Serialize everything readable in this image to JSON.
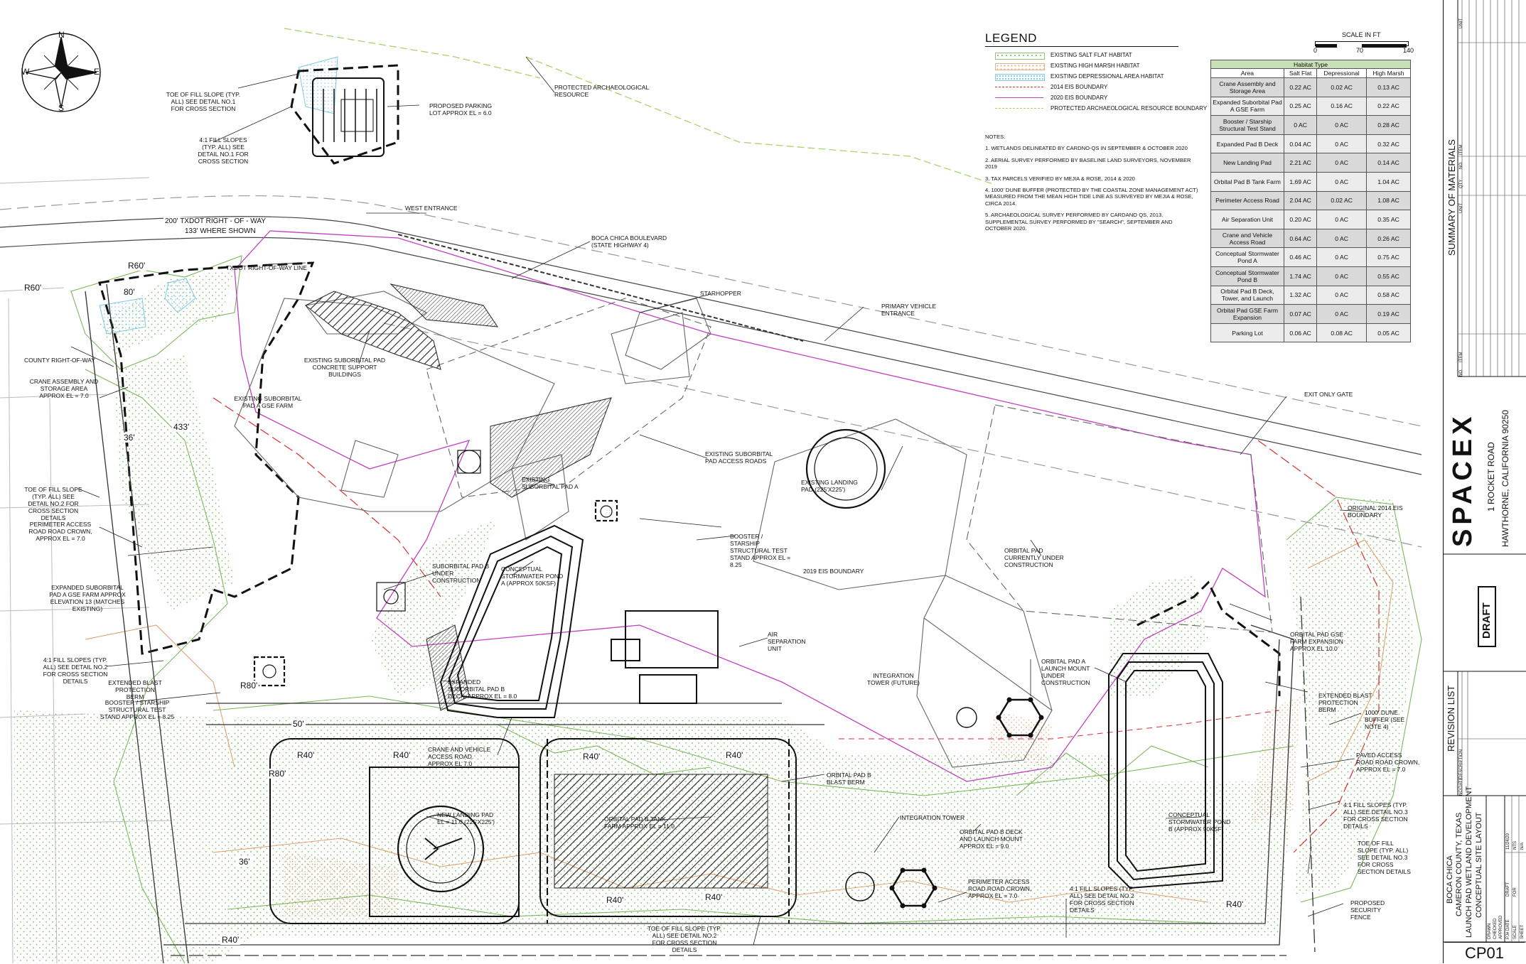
{
  "compass": {
    "n": "N",
    "s": "S",
    "e": "E",
    "w": "W"
  },
  "legend": {
    "title": "LEGEND",
    "items": [
      {
        "label": "EXISTING SALT FLAT HABITAT",
        "swatch": "salt-flat",
        "color": "#8fc47a"
      },
      {
        "label": "EXISTING HIGH MARSH HABITAT",
        "swatch": "high-marsh",
        "color": "#e0b488"
      },
      {
        "label": "EXISTING DEPRESSIONAL AREA HABITAT",
        "swatch": "depressional",
        "color": "#7fc8e8"
      },
      {
        "label": "2014 EIS BOUNDARY",
        "swatch": "line",
        "color": "#d93030"
      },
      {
        "label": "2020 EIS BOUNDARY",
        "swatch": "line",
        "color": "#c23fc2"
      },
      {
        "label": "PROTECTED ARCHAEOLOGICAL RESOURCE BOUNDARY",
        "swatch": "dash",
        "color": "#a5d46a"
      }
    ]
  },
  "notes": {
    "title": "NOTES:",
    "items": [
      "1. WETLANDS DELINEATED BY CARDNO-QS IN SEPTEMBER & OCTOBER 2020",
      "2. AERIAL SURVEY PERFORMED BY BASELINE LAND SURVEYORS, NOVEMBER 2019",
      "3. TAX PARCELS VERIFIED BY MEJIA & ROSE, 2014 & 2020",
      "4. 1000' DUNE BUFFER (PROTECTED BY THE COASTAL ZONE MANAGEMENT ACT) MEASURED FROM THE MEAN HIGH TIDE LINE AS SURVEYED BY MEJIA & ROSE, CIRCA 2014.",
      "5. ARCHAEOLOGICAL SURVEY PERFORMED BY CARDANO QS, 2013. SUPPLEMENTAL SURVEY PERFORMED BY \"SEARCH\", SEPTEMBER AND OCTOBER 2020."
    ]
  },
  "scale": {
    "title": "SCALE IN FT",
    "ticks": [
      "0",
      "70",
      "140"
    ]
  },
  "habitat_table": {
    "title": "Habitat Type",
    "columns": [
      "Area",
      "Salt Flat",
      "Depressional",
      "High Marsh"
    ],
    "rows": [
      [
        "Crane Assembly and Storage Area",
        "0.22 AC",
        "0.02 AC",
        "0.13 AC"
      ],
      [
        "Expanded Suborbital Pad A GSE Farm",
        "0.25 AC",
        "0.16 AC",
        "0.22 AC"
      ],
      [
        "Booster / Starship Structural Test Stand",
        "0 AC",
        "0 AC",
        "0.28 AC"
      ],
      [
        "Expanded Pad B Deck",
        "0.04 AC",
        "0 AC",
        "0.32 AC"
      ],
      [
        "New Landing Pad",
        "2.21 AC",
        "0 AC",
        "0.14 AC"
      ],
      [
        "Orbital Pad B Tank Farm",
        "1.69 AC",
        "0 AC",
        "1.04 AC"
      ],
      [
        "Perimeter Access Road",
        "2.04 AC",
        "0.02 AC",
        "1.08 AC"
      ],
      [
        "Air Separation Unit",
        "0.20 AC",
        "0 AC",
        "0.35 AC"
      ],
      [
        "Crane and Vehicle Access Road",
        "0.64 AC",
        "0 AC",
        "0.26 AC"
      ],
      [
        "Conceptual Stormwater Pond A",
        "0.46 AC",
        "0 AC",
        "0.75 AC"
      ],
      [
        "Conceptual Stormwater Pond B",
        "1.74 AC",
        "0 AC",
        "0.55 AC"
      ],
      [
        "Orbital Pad B Deck, Tower, and Launch",
        "1.32 AC",
        "0 AC",
        "0.58 AC"
      ],
      [
        "Orbital Pad GSE Farm Expansion",
        "0.07 AC",
        "0 AC",
        "0.19 AC"
      ],
      [
        "Parking Lot",
        "0.06 AC",
        "0.08 AC",
        "0.05 AC"
      ]
    ]
  },
  "title_block": {
    "summary_title": "SUMMARY OF MATERIALS",
    "summary_header": [
      "NO.",
      "ITEM",
      "UNIT",
      "QTY",
      "NO.",
      "ITEM",
      "UNIT"
    ],
    "brand": "SPACEX",
    "address_line1": "1 ROCKET ROAD",
    "address_line2": "HAWTHORNE, CALIFORNIA 90250",
    "draft": "DRAFT",
    "revision_title": "REVISION LIST",
    "revision_header": [
      "NO.",
      "DATE",
      "DESCRIPTION"
    ],
    "project_line1": "BOCA CHICA",
    "project_line2": "CAMERON COUNTY, TEXAS",
    "project_line3": "LAUNCH PAD WETLAND DEVELOPMENT",
    "project_line4": "CONCEPTUAL SITE LAYOUT",
    "block_labels": [
      "DRAWN",
      "CHECKED",
      "APPROVED",
      "PJ# DATE",
      "SCALE",
      "SHEET",
      "DRAFT",
      "FOR"
    ],
    "block_values": [
      "11/24/20",
      "NTS",
      "N/A"
    ],
    "sheet": "CP01"
  },
  "dimensions": [
    "R60'",
    "R60'",
    "80'",
    "36'",
    "433'",
    "R80'",
    "50'",
    "R40'",
    "R40'",
    "R80'",
    "36'",
    "R40'",
    "R40'",
    "R40'",
    "R40'",
    "R40'",
    "R40'"
  ],
  "row_labels": {
    "row": "200' TXDOT RIGHT - OF - WAY",
    "row2": "133' WHERE SHOWN"
  },
  "callouts": {
    "toe_fill_1": "TOE OF FILL SLOPE (TYP. ALL) SEE DETAIL NO.1 FOR CROSS SECTION",
    "fill_slopes_1": "4:1 FILL SLOPES (TYP. ALL) SEE DETAIL NO.1 FOR CROSS SECTION",
    "parking": "PROPOSED PARKING LOT APPROX EL = 6.0",
    "archaeo": "PROTECTED ARCHAEOLOGICAL RESOURCE",
    "west_entrance": "WEST ENTRANCE",
    "boca_blvd": "BOCA CHICA BOULEVARD (STATE HIGHWAY 4)",
    "txdot_line": "TXDOT RIGHT-OF-WAY LINE",
    "starhopper": "STARHOPPER",
    "primary_vehicle": "PRIMARY VEHICLE ENTRANCE",
    "county_row": "COUNTY RIGHT-OF-WAY",
    "crane_assembly": "CRANE ASSEMBLY AND STORAGE AREA APPROX EL = 7.0",
    "existing_suborbital_bldg": "EXISTING SUBORBITAL PAD CONCRETE SUPPORT BUILDINGS",
    "existing_gse": "EXISTING SUBORBITAL PAD A GSE FARM",
    "exit_gate": "EXIT ONLY GATE",
    "suborbital_roads": "EXISTING SUBORBITAL PAD ACCESS ROADS",
    "existing_pad_a": "EXISTING SUBORBITAL PAD A",
    "existing_landing": "EXISTING LANDING PAD (225'X225')",
    "original_2014": "ORIGINAL 2014 EIS BOUNDARY",
    "toe_fill_2": "TOE OF FILL SLOPE (TYP. ALL) SEE DETAIL NO.2 FOR CROSS SECTION DETAILS",
    "perimeter_crown": "PERIMETER ACCESS ROAD ROAD CROWN, APPROX EL = 7.0",
    "booster_stand_1": "BOOSTER / STARSHIP STRUCTURAL TEST STAND APPROX EL = 8.25",
    "eis_2019": "2019 EIS BOUNDARY",
    "suborbital_b": "SUBORBITAL PAD B UNDER CONSTRUCTION",
    "pond_a": "CONCEPTUAL STORMWATER POND A (APPROX 50KSF)",
    "orbital_pad_uc": "ORBITAL PAD CURRENTLY UNDER CONSTRUCTION",
    "expanded_gse": "EXPANDED SUBORBITAL PAD A GSE FARM APPROX ELEVATION 13 (MATCHES EXISTING)",
    "air_sep": "AIR SEPARATION UNIT",
    "orbital_gse": "ORBITAL PAD GSE FARM EXPANSION APPROX EL 10.0",
    "fill_slopes_2": "4:1 FILL SLOPES (TYP. ALL) SEE DETAIL NO.2 FOR CROSS SECTION DETAILS",
    "orbital_a_mount": "ORBITAL PAD A LAUNCH MOUNT (UNDER CONSTRUCTION",
    "integration_future": "INTEGRATION TOWER (FUTURE)",
    "ext_blast_1": "EXTENDED BLAST PROTECTION BERM",
    "expanded_deck_b": "EXPANDED SUBORBITAL PAD B DECK, APPROX EL = 8.0",
    "ext_blast_2": "EXTENDED BLAST PROTECTION BERM",
    "booster_stand_2": "BOOSTER / STARSHIP STRUCTURAL TEST STAND APPROX EL = 8.25",
    "dune_buffer": "1000' DUNE BUFFER (SEE NOTE 4)",
    "crane_vehicle_road": "CRANE AND VEHICLE ACCESS ROAD. APPROX EL 7.0",
    "paved_road": "PAVED ACCESS ROAD ROAD CROWN, APPROX EL = 7.0",
    "blast_berm_b": "ORBITAL PAD B BLAST BERM",
    "fill_slopes_3": "4:1 FILL SLOPES (TYP. ALL) SEE DETAIL NO.3 FOR CROSS SECTION DETAILS",
    "new_landing": "NEW LANDING PAD EL = 11.0 (225'X225')",
    "tank_farm_b": "ORBITAL PAD B TANK FARM APPROX EL = 11.0",
    "integration_tower": "INTEGRATION TOWER",
    "deck_b_mount": "ORBITAL PAD B DECK AND LAUNCH MOUNT APPROX EL = 9.0",
    "pond_b": "CONCEPTUAL STORMWATER POND B (APPROX 90KSF)",
    "toe_fill_3": "TOE OF FILL SLOPE (TYP. ALL) SEE DETAIL NO.3 FOR CROSS SECTION DETAILS",
    "perimeter_road_2": "PERIMETER ACCESS ROAD ROAD CROWN, APPROX EL = 7.0",
    "fill_slopes_4": "4:1 FILL SLOPES (TYP. ALL) SEE DETAIL NO.2 FOR CROSS SECTION DETAILS",
    "security_fence": "PROPOSED SECURITY FENCE",
    "toe_fill_4": "TOE OF FILL SLOPE (TYP. ALL) SEE DETAIL NO.2 FOR CROSS SECTION DETAILS"
  }
}
